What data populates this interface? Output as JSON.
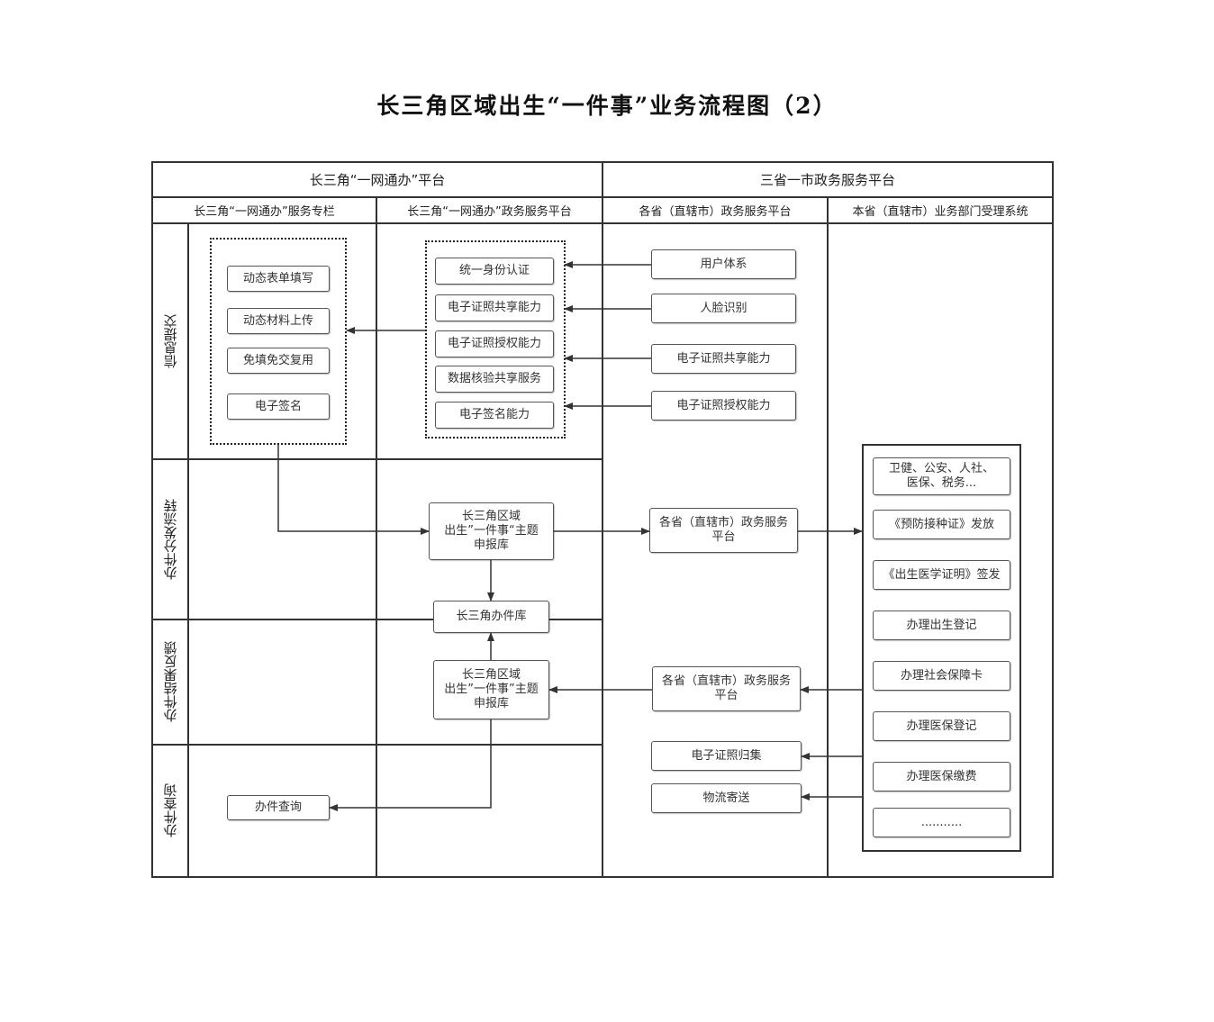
{
  "title": "长三角区域出生“一件事”业务流程图（2）",
  "headers": {
    "platform_left": "长三角“一网通办”平台",
    "platform_right": "三省一市政务服务平台",
    "col1": "长三角“一网通办”服务专栏",
    "col2": "长三角“一网通办”政务服务平台",
    "col3": "各省（直辖市）政务服务平台",
    "col4": "本省（直辖市）业务部门受理系统"
  },
  "lanes": [
    "信息提交",
    "办件分发流转",
    "办件结果反馈",
    "办件查询"
  ],
  "col1_boxes": [
    "动态表单填写",
    "动态材料上传",
    "免填免交复用",
    "电子签名"
  ],
  "col2_boxes": [
    "统一身份认证",
    "电子证照共享能力",
    "电子证照授权能力",
    "数据核验共享服务",
    "电子签名能力"
  ],
  "col3_boxes": [
    "用户体系",
    "人脸识别",
    "电子证照共享能力",
    "电子证照授权能力"
  ],
  "flow": {
    "theme_db_1": "长三角区域\n出生”一件事“主题\n申报库",
    "office_db": "长三角办件库",
    "theme_db_2": "长三角区域\n出生”一件事”主题\n申报库",
    "provincial_1": "各省（直辖市）政务服务\n平台",
    "provincial_2": "各省（直辖市）政务服务\n平台",
    "cert_collect": "电子证照归集",
    "logistics": "物流寄送",
    "query": "办件查询"
  },
  "dept_boxes": [
    "卫健、公安、人社、\n医保、税务...",
    "《预防接种证》发放",
    "《出生医学证明》签发",
    "办理出生登记",
    "办理社会保障卡",
    "办理医保登记",
    "办理医保缴费",
    "..........."
  ]
}
